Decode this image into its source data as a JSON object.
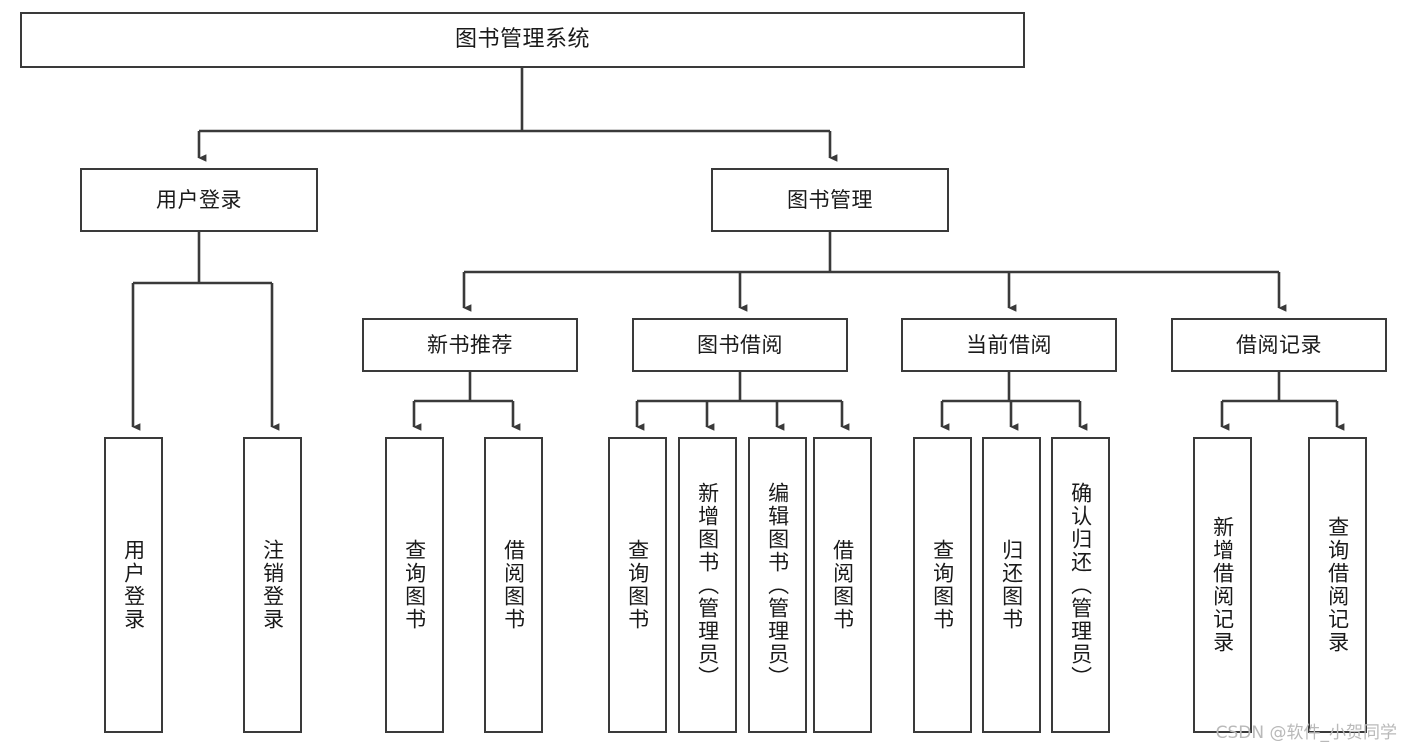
{
  "diagram": {
    "title": "图书管理系统",
    "type": "功能结构图",
    "watermark": "CSDN @软件_小贺同学"
  },
  "nodes": {
    "root": {
      "label": "图书管理系统"
    },
    "level2": [
      {
        "id": "user-login",
        "label": "用户登录"
      },
      {
        "id": "book-management",
        "label": "图书管理"
      }
    ],
    "level3": [
      {
        "id": "new-book-recommend",
        "label": "新书推荐"
      },
      {
        "id": "book-borrow",
        "label": "图书借阅"
      },
      {
        "id": "current-borrow",
        "label": "当前借阅"
      },
      {
        "id": "borrow-record",
        "label": "借阅记录"
      }
    ],
    "leaves": {
      "user_login": [
        {
          "id": "leaf-user-login",
          "label": "用户登录"
        },
        {
          "id": "leaf-logout-login",
          "label": "注销登录"
        }
      ],
      "new_book_recommend": [
        {
          "id": "leaf-query-book-1",
          "label": "查询图书"
        },
        {
          "id": "leaf-borrow-book-1",
          "label": "借阅图书"
        }
      ],
      "book_borrow": [
        {
          "id": "leaf-query-book-2",
          "label": "查询图书"
        },
        {
          "id": "leaf-add-book",
          "label": "新增图书（管理员）"
        },
        {
          "id": "leaf-edit-book",
          "label": "编辑图书（管理员）"
        },
        {
          "id": "leaf-borrow-book-2",
          "label": "借阅图书"
        }
      ],
      "current_borrow": [
        {
          "id": "leaf-query-book-3",
          "label": "查询图书"
        },
        {
          "id": "leaf-return-book",
          "label": "归还图书"
        },
        {
          "id": "leaf-confirm-return",
          "label": "确认归还（管理员）"
        }
      ],
      "borrow_record": [
        {
          "id": "leaf-add-record",
          "label": "新增借阅记录"
        },
        {
          "id": "leaf-query-record",
          "label": "查询借阅记录"
        }
      ]
    }
  },
  "style": {
    "stroke": "#3a3a3a",
    "fill": "#ffffff",
    "text": "#1a1a1a",
    "watermark_color": "#b9b9b9"
  }
}
